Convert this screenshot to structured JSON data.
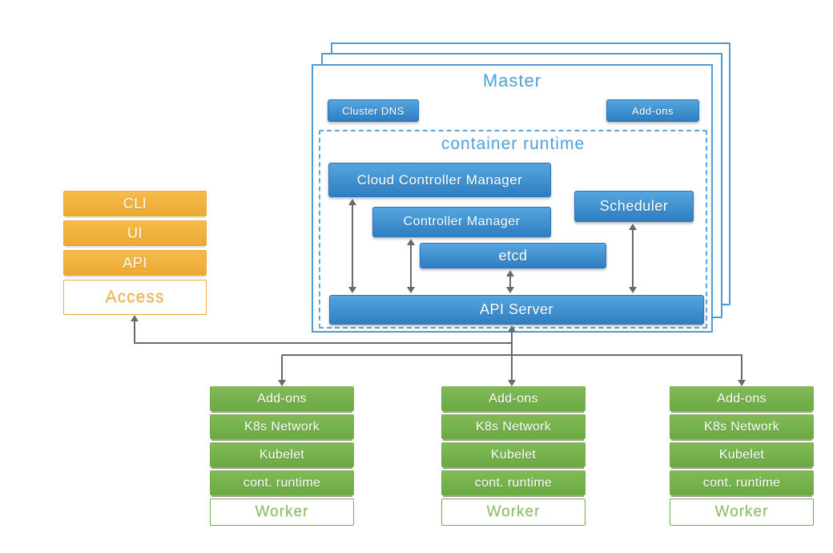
{
  "colors": {
    "frame_blue": "#4f9ad6",
    "dash_blue": "#5aa6de",
    "title_blue": "#4da0d8",
    "blue_top": "#55a6de",
    "blue_bottom": "#2e7ec2",
    "blue_border": "#2a76b8",
    "orange_top": "#f5bb4b",
    "orange_bottom": "#eda931",
    "orange_border": "#e8a93a",
    "orange_text": "#f1b64a",
    "green_top": "#81ba57",
    "green_bottom": "#6baa42",
    "green_border": "#74af4a",
    "green_text": "#8abf63",
    "arrow_gray": "#6a6a6a"
  },
  "master": {
    "title": "Master",
    "buttons": {
      "cluster_dns": "Cluster DNS",
      "addons": "Add-ons"
    },
    "container_runtime": {
      "title": "container runtime",
      "cloud_controller_manager": "Cloud Controller Manager",
      "controller_manager": "Controller Manager",
      "scheduler": "Scheduler",
      "etcd": "etcd",
      "api_server": "API Server"
    }
  },
  "access_stack": {
    "items": [
      "CLI",
      "UI",
      "API"
    ],
    "label": "Access"
  },
  "worker_stack": {
    "rows": [
      "Add-ons",
      "K8s Network",
      "Kubelet",
      "cont. runtime"
    ],
    "label": "Worker"
  }
}
